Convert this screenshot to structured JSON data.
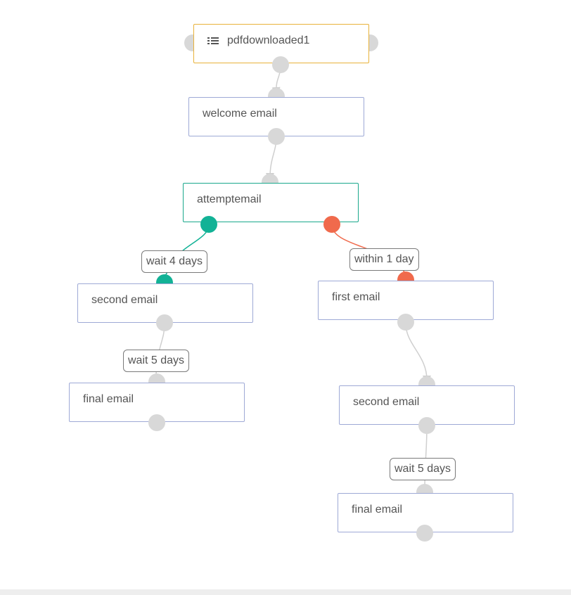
{
  "trigger": {
    "label": "pdfdownloaded1",
    "icon": "list-icon"
  },
  "nodes": {
    "welcome": "welcome email",
    "attempt": "attemptemail",
    "second_left": "second email",
    "final_left": "final email",
    "first_right": "first email",
    "second_right": "second email",
    "final_right": "final email"
  },
  "edge_labels": {
    "wait_4_days": "wait 4 days",
    "within_1_day": "within 1 day",
    "wait_5_days_left": "wait 5 days",
    "wait_5_days_right": "wait 5 days"
  },
  "colors": {
    "trigger_border": "#e8b23a",
    "node_border": "#9ea9d6",
    "attempt_border": "#1aa88c",
    "yes_branch": "#12b296",
    "no_branch": "#f06a4c",
    "port": "#d8d8d8",
    "connector": "#cfcfcf"
  }
}
